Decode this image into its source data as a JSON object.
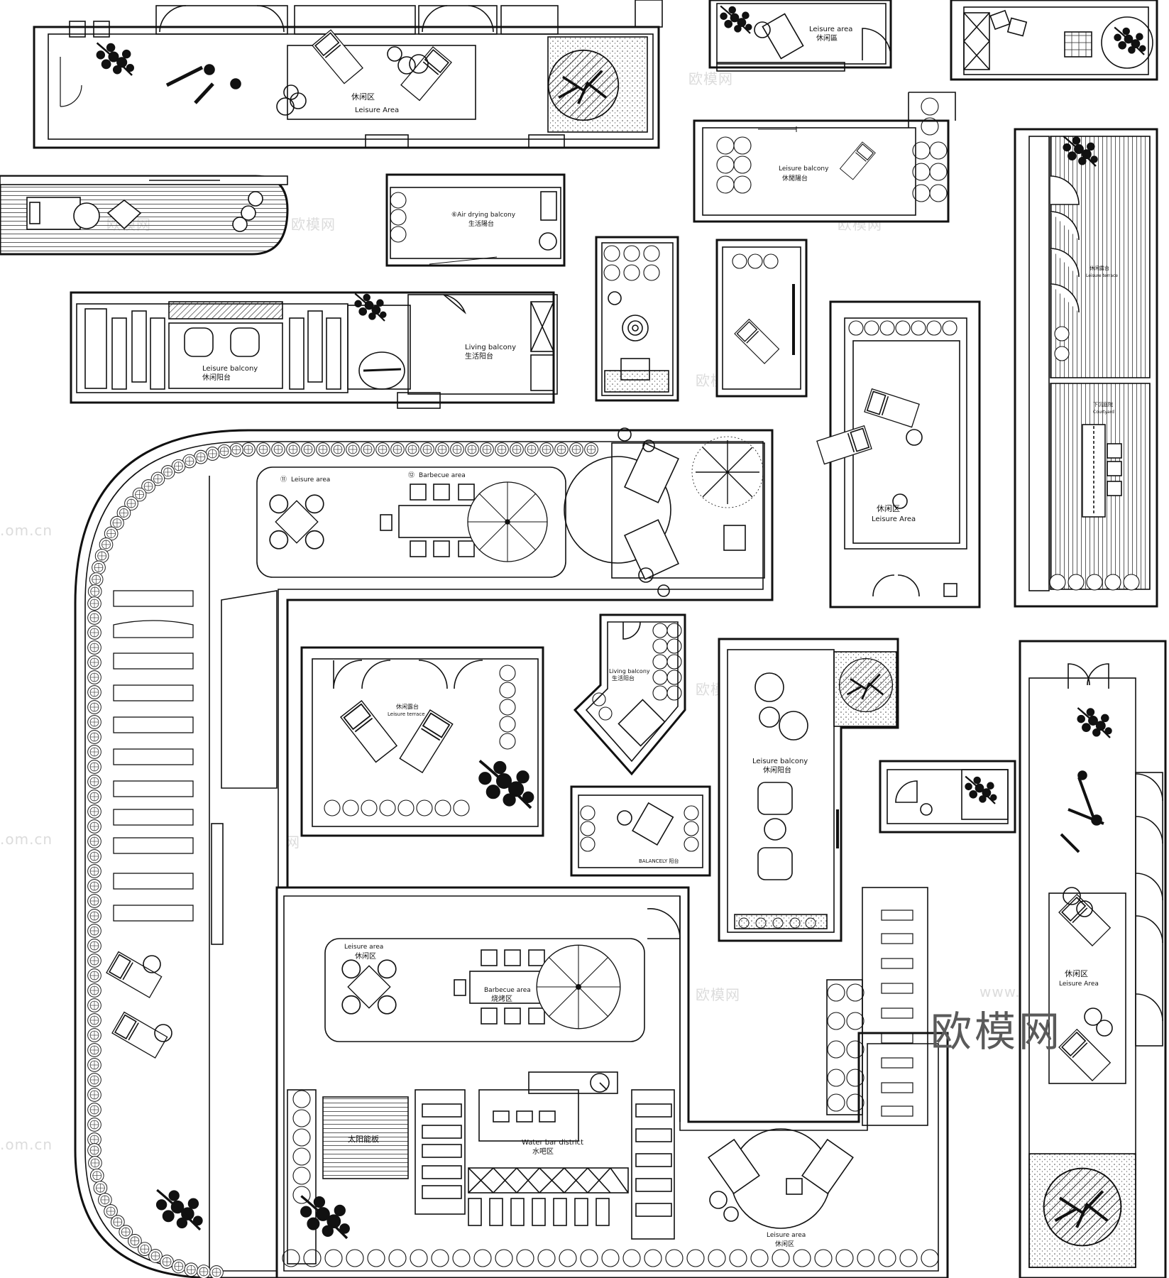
{
  "brand": "欧模网",
  "watermarks": [
    "欧模网",
    "www.om.cn",
    ".om.cn"
  ],
  "plans": [
    {
      "id": "p1",
      "label_cn": "休闲区",
      "label_en": "Leisure Area"
    },
    {
      "id": "p2",
      "label_en": "Leisure area",
      "label_cn": "休闲區"
    },
    {
      "id": "p3",
      "label_en": "Leisure balcony",
      "label_cn": "休閒陽台"
    },
    {
      "id": "p4",
      "label_en": "Air drying balcony",
      "label_cn": "生活陽台",
      "marker": "⑥"
    },
    {
      "id": "p5",
      "label_en": "Leisure balcony",
      "label_cn": "休闲阳台"
    },
    {
      "id": "p6",
      "label_en": "Living balcony",
      "label_cn": "生活阳台"
    },
    {
      "id": "p7",
      "label_cn": "休闲露台",
      "label_en": "Leisure terrace"
    },
    {
      "id": "p8",
      "label_cn": "下沉庭院",
      "label_en": "Courtyard"
    },
    {
      "id": "p9",
      "label_cn": "休闲区",
      "label_en": "Leisure Area"
    },
    {
      "id": "p10",
      "label_en": "Leisure area",
      "marker": "⑪"
    },
    {
      "id": "p11",
      "label_en": "Barbecue area",
      "marker": "⑫"
    },
    {
      "id": "p12",
      "label_cn": "休闲露台",
      "label_en": "Leisure terrace"
    },
    {
      "id": "p13",
      "label_en": "Living balcony",
      "label_cn": "生活阳台"
    },
    {
      "id": "p14",
      "label_en": "BALANCELY",
      "label_cn": "阳台"
    },
    {
      "id": "p15",
      "label_en": "Leisure balcony",
      "label_cn": "休闲阳台"
    },
    {
      "id": "p16",
      "label_en": "Leisure area",
      "label_cn": "休闲区"
    },
    {
      "id": "p17",
      "label_en": "Barbecue area",
      "label_cn": "烧烤区"
    },
    {
      "id": "p18",
      "label_en": "Water bar district",
      "label_cn": "水吧区"
    },
    {
      "id": "p19",
      "label_cn": "太阳能板"
    },
    {
      "id": "p20",
      "label_en": "Leisure area",
      "label_cn": "休闲区"
    },
    {
      "id": "p21",
      "label_cn": "休闲区",
      "label_en": "Leisure Area"
    }
  ]
}
